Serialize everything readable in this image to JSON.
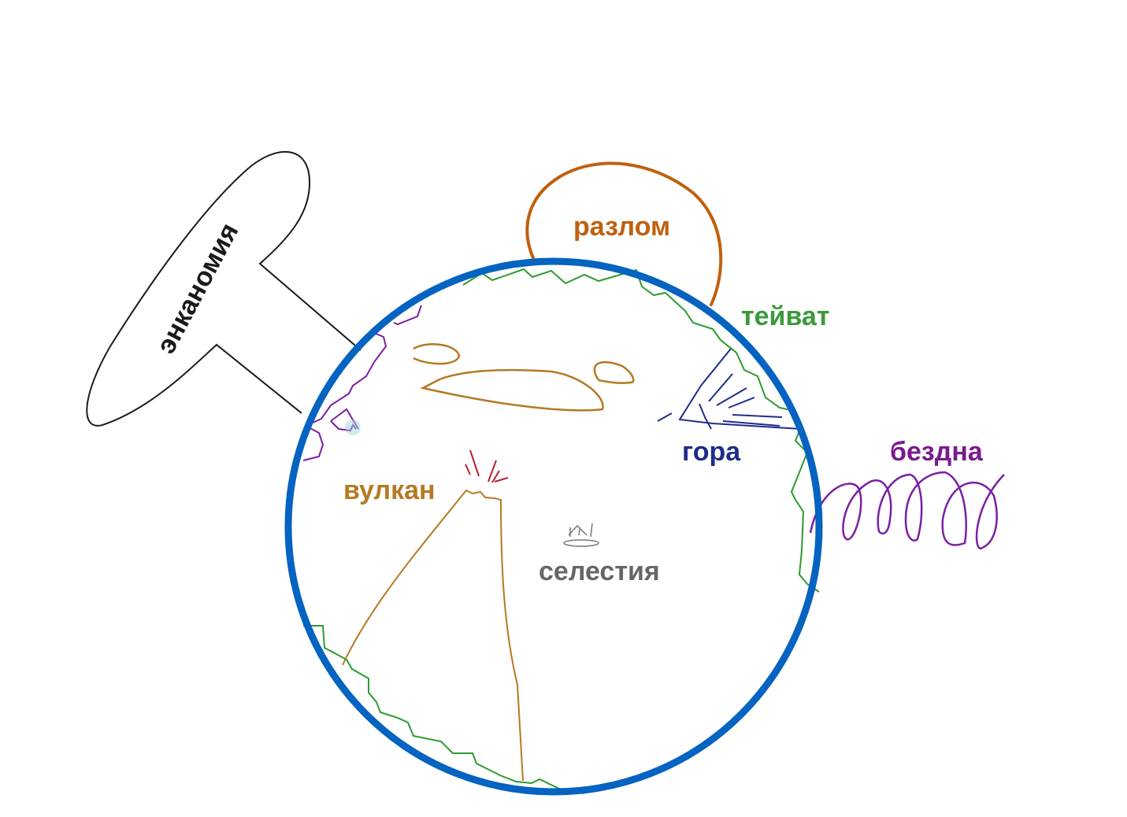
{
  "diagram": {
    "labels": {
      "enkanomiya": "энканомия",
      "razlom": "разлом",
      "teyvat": "тейват",
      "gora": "гора",
      "bezdna": "бездна",
      "vulkan": "вулкан",
      "selestia": "селестия"
    },
    "colors": {
      "world": "#0563c1",
      "enkanomiya": "#1a1a1a",
      "razlom": "#c0600e",
      "teyvat": "#3a9a3a",
      "teyvat_line": "#2e9a2e",
      "gora": "#1f2d8a",
      "bezdna": "#7b1a8e",
      "abyss_line": "#7b1fa2",
      "vulkan": "#b47a22",
      "lava": "#b0242a",
      "selestia": "#666666",
      "islands": "#b47a22"
    },
    "icons": {
      "selestia": "floating-city-icon",
      "volcano": "volcano-icon",
      "mountain": "mountain-icon",
      "spring": "spiral-icon"
    }
  }
}
